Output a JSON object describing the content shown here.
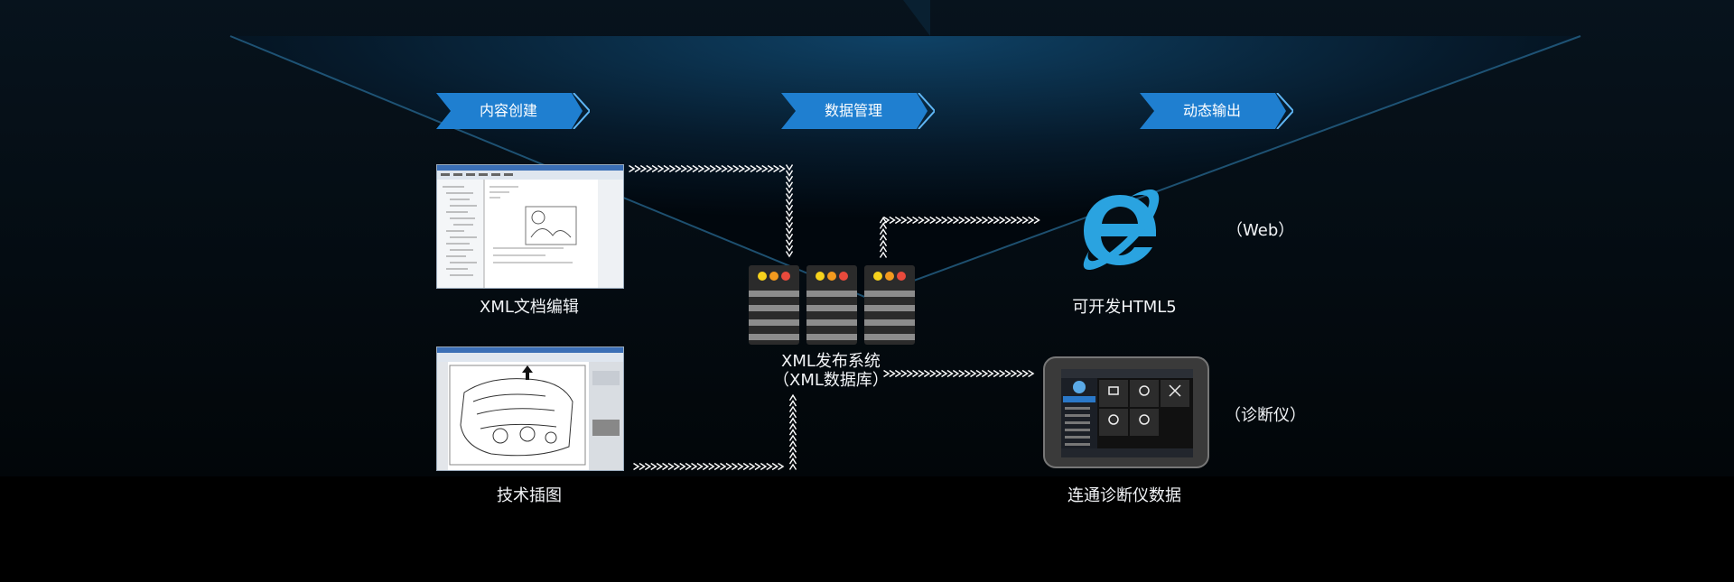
{
  "stages": [
    {
      "label": "内容创建"
    },
    {
      "label": "数据管理"
    },
    {
      "label": "动态输出"
    }
  ],
  "nodes": {
    "xml_editor": {
      "caption": "XML文档编辑"
    },
    "illustration": {
      "caption": "技术插图"
    },
    "publish_system": {
      "line1": "XML发布系统",
      "line2": "（XML数据库）"
    },
    "web": {
      "caption": "可开发HTML5",
      "tag": "（Web）"
    },
    "diagnostic": {
      "caption": "连通诊断仪数据",
      "tag": "（诊断仪）"
    }
  },
  "icons": {
    "browser": "internet-explorer-icon",
    "server": "server-rack-icon",
    "tablet": "diagnostic-tablet-icon"
  },
  "colors": {
    "banner": "#1f7fd0",
    "banner_edge": "#5fb6f5",
    "glow": "#0e3a5c",
    "ie_blue": "#2aa3e0",
    "server_dots": [
      "#f6d21c",
      "#f39a1e",
      "#e94a3c"
    ]
  }
}
